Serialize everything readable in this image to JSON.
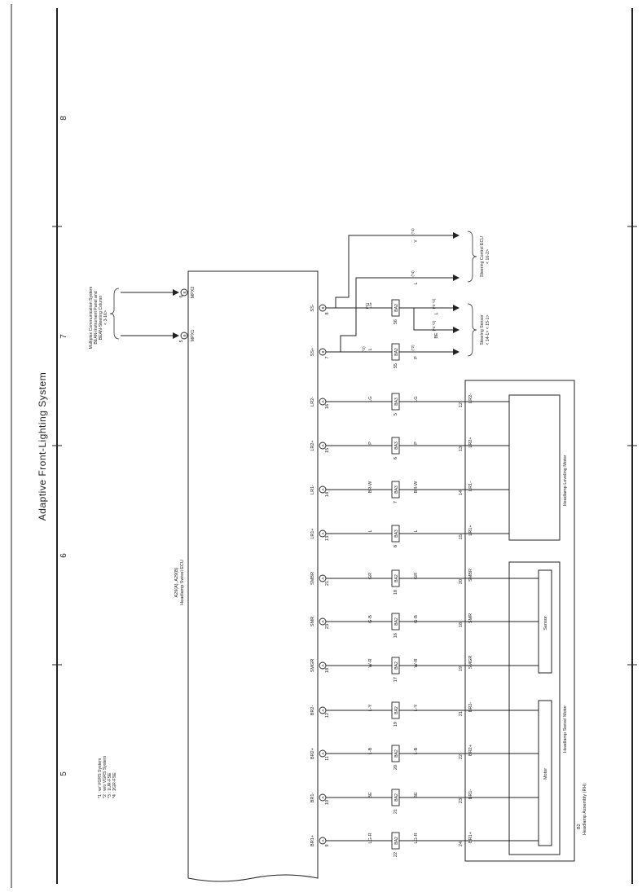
{
  "page": {
    "title": "Adaptive Front-Lighting System",
    "column_numbers": [
      "8",
      "7",
      "6",
      "5"
    ]
  },
  "ecu": {
    "name": "Headlamp Swivel ECU",
    "code": "A29(A), A29(B)"
  },
  "multiplex": {
    "label_lines": [
      "Multiplex Communication System",
      "BEAN-Instrument Panel and",
      "BEAN-Steering Column",
      "< 3-16>"
    ],
    "pins": [
      {
        "name": "MPX2",
        "num": "6",
        "conn": "B"
      },
      {
        "name": "MPX1",
        "num": "5",
        "conn": "B"
      }
    ]
  },
  "steering_ecu": {
    "lines": [
      "Steering Control ECU",
      "< 16-2>"
    ]
  },
  "steering_sensor": {
    "lines": [
      "Steering Sensor",
      "< 14-1> < 15-1>"
    ]
  },
  "ss_wires": [
    {
      "name": "SS-",
      "num": "8",
      "conn": "B",
      "color": "LG",
      "junction": "BA2",
      "jnum": "56",
      "note": "(*2)"
    },
    {
      "name": "SS+",
      "num": "7",
      "conn": "B",
      "color": "L",
      "junction": "BA2",
      "jnum": "55",
      "note": "(*2)"
    }
  ],
  "steering_wires": [
    {
      "label": "Y",
      "note": "(*4)"
    },
    {
      "label": "L",
      "note": "(*4)"
    },
    {
      "label": "L",
      "note": "(*3 *2)"
    },
    {
      "label": "BE",
      "note": "(*4 *2)"
    },
    {
      "label": "P",
      "note": "(*2)"
    }
  ],
  "wires": [
    {
      "ecu_pin": "LR2-",
      "ecu_num": "16",
      "conn": "A",
      "color1": "LG",
      "junction": "BA3",
      "jnum": "5",
      "color2": "LG",
      "lamp_num": "12",
      "lamp_pin": "LR2-"
    },
    {
      "ecu_pin": "LR2+",
      "ecu_num": "15",
      "conn": "A",
      "color1": "P",
      "junction": "BA3",
      "jnum": "6",
      "color2": "P",
      "lamp_num": "13",
      "lamp_pin": "LR2+"
    },
    {
      "ecu_pin": "LR1-",
      "ecu_num": "14",
      "conn": "A",
      "color1": "BR-W",
      "junction": "BA3",
      "jnum": "7",
      "color2": "BR-W",
      "lamp_num": "14",
      "lamp_pin": "LR1-"
    },
    {
      "ecu_pin": "LR1+",
      "ecu_num": "13",
      "conn": "A",
      "color1": "L",
      "junction": "BA3",
      "jnum": "8",
      "color2": "L",
      "lamp_num": "15",
      "lamp_pin": "LR1+"
    },
    {
      "ecu_pin": "SMBR",
      "ecu_num": "21",
      "conn": "A",
      "color1": "GR",
      "junction": "BA2",
      "jnum": "18",
      "color2": "GR",
      "lamp_num": "20",
      "lamp_pin": "SMBR"
    },
    {
      "ecu_pin": "SMR",
      "ecu_num": "23",
      "conn": "A",
      "color1": "G-B",
      "junction": "BA2",
      "jnum": "16",
      "color2": "G-B",
      "lamp_num": "18",
      "lamp_pin": "SMR"
    },
    {
      "ecu_pin": "SMGR",
      "ecu_num": "18",
      "conn": "A",
      "color1": "W-R",
      "junction": "BA2",
      "jnum": "17",
      "color2": "W-R",
      "lamp_num": "19",
      "lamp_pin": "SMGR"
    },
    {
      "ecu_pin": "BR2-",
      "ecu_num": "12",
      "conn": "A",
      "color1": "L-Y",
      "junction": "BA2",
      "jnum": "19",
      "color2": "L-Y",
      "lamp_num": "21",
      "lamp_pin": "BR2-"
    },
    {
      "ecu_pin": "BR2+",
      "ecu_num": "11",
      "conn": "A",
      "color1": "L-B",
      "junction": "BA2",
      "jnum": "20",
      "color2": "L-B",
      "lamp_num": "22",
      "lamp_pin": "BR2+"
    },
    {
      "ecu_pin": "BR1-",
      "ecu_num": "10",
      "conn": "A",
      "color1": "BE",
      "junction": "BA2",
      "jnum": "21",
      "color2": "BE",
      "lamp_num": "23",
      "lamp_pin": "BR1-"
    },
    {
      "ecu_pin": "BR1+",
      "ecu_num": "9",
      "conn": "A",
      "color1": "LG-R",
      "junction": "BA2",
      "jnum": "22",
      "color2": "LG-R",
      "lamp_num": "24",
      "lamp_pin": "BR1+"
    }
  ],
  "assembly": {
    "code": "B2",
    "name": "Headlamp Assembly (RH)"
  },
  "leveling_motor": {
    "label": "Headlamp Leveling Motor"
  },
  "swivel_motor": {
    "label": "Headlamp Swivel Motor"
  },
  "sensor": {
    "label": "Sensor"
  },
  "motor": {
    "label": "Motor"
  },
  "notes": [
    "*1 : w/ VGRS System",
    "*2 : w/o VGRS System",
    "*3 : 1UR-FSE",
    "*4 : 2GR-FSE"
  ]
}
